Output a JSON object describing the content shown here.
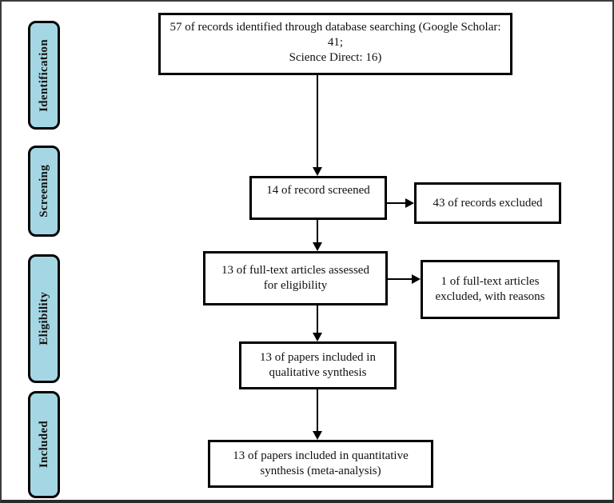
{
  "diagram": {
    "title": "PRISMA study selection flow diagram",
    "stages": [
      {
        "id": "identification",
        "label": "Identification"
      },
      {
        "id": "screening",
        "label": "Screening"
      },
      {
        "id": "eligibility",
        "label": "Eligibility"
      },
      {
        "id": "included",
        "label": "Included"
      }
    ],
    "boxes": {
      "identified": "57 of records identified through database searching (Google Scholar: 41;\nScience Direct: 16)",
      "screened": "14 of record screened",
      "records_excluded": "43 of records excluded",
      "fulltext_assessed": "13 of full-text articles assessed\nfor eligibility",
      "fulltext_excluded": "1 of full-text articles\nexcluded, with reasons",
      "qualitative": "13 of papers included in\nqualitative synthesis",
      "quantitative": "13 of papers included in quantitative\nsynthesis (meta-analysis)"
    },
    "counts": {
      "identified": 57,
      "google_scholar": 41,
      "science_direct": 16,
      "screened": 14,
      "records_excluded": 43,
      "fulltext_assessed": 13,
      "fulltext_excluded": 1,
      "qualitative_included": 13,
      "quantitative_included": 13
    },
    "colors": {
      "stage_fill": "#a4d7e3",
      "box_border": "#000000",
      "frame_border": "#3c3c3c",
      "background": "#ffffff"
    }
  }
}
